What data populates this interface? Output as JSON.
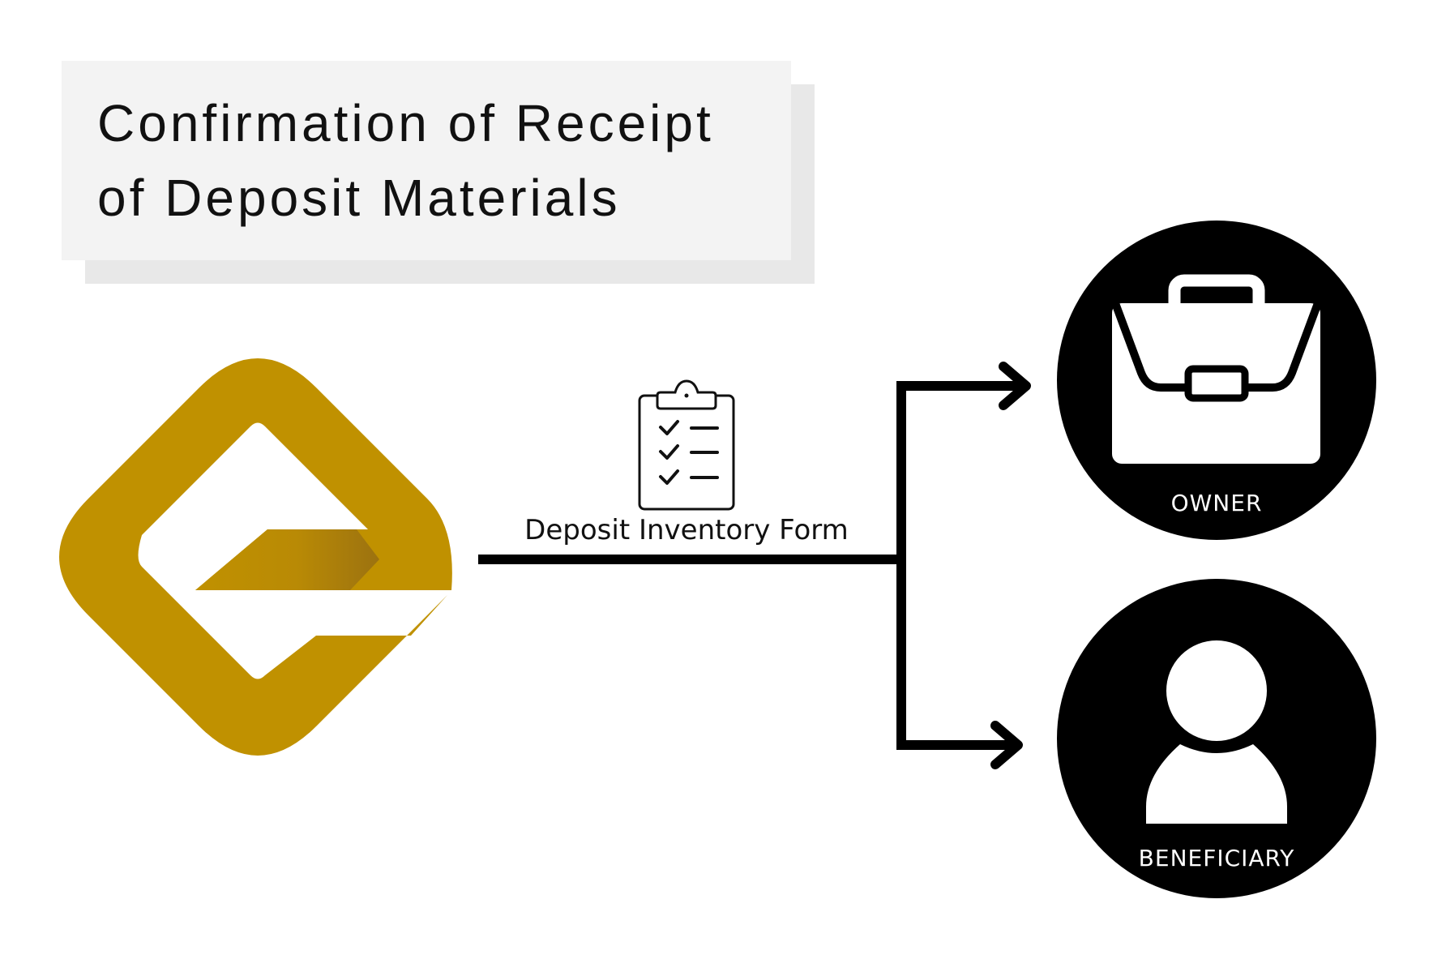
{
  "title": {
    "line1": "Confirmation of Receipt",
    "line2": "of Deposit Materials"
  },
  "edge": {
    "label": "Deposit Inventory Form"
  },
  "nodes": {
    "owner": {
      "label": "OWNER",
      "icon": "briefcase-icon"
    },
    "beneficiary": {
      "label": "BENEFICIARY",
      "icon": "person-icon"
    }
  },
  "colors": {
    "logo_gold": "#c09100",
    "logo_gold_dark": "#a27808",
    "ink": "#000000",
    "title_card": "#f3f3f3",
    "title_shadow": "#e8e8e8"
  }
}
